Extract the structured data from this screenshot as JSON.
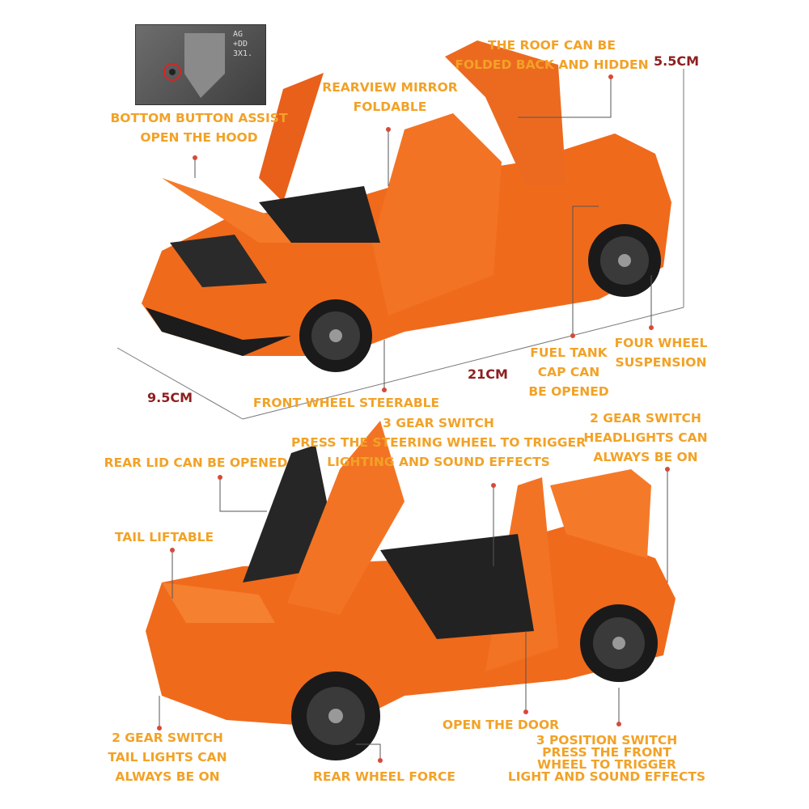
{
  "colors": {
    "label": "#f2a227",
    "dimension": "#8e1f1f",
    "car": "#f06a1c",
    "leader": "#555555"
  },
  "inset": {
    "text": [
      "AG",
      "+DD",
      "3X1."
    ]
  },
  "dimensions": {
    "height": "5.5CM",
    "length": "21CM",
    "width": "9.5CM"
  },
  "top_labels": {
    "roof": [
      "THE ROOF CAN BE",
      "FOLDED BACK AND HIDDEN"
    ],
    "mirror": [
      "REARVIEW MIRROR",
      "FOLDABLE"
    ],
    "hood": [
      "BOTTOM BUTTON ASSIST",
      "OPEN THE HOOD"
    ],
    "fuel": [
      "FUEL TANK",
      "CAP CAN",
      "BE OPENED"
    ],
    "suspension": [
      "FOUR WHEEL",
      "SUSPENSION"
    ],
    "steer": [
      "FRONT WHEEL STEERABLE"
    ]
  },
  "bottom_labels": {
    "gear3": [
      "3 GEAR SWITCH",
      "PRESS THE STEERING WHEEL TO TRIGGER",
      "LIGHTING AND SOUND EFFECTS"
    ],
    "headlights": [
      "2 GEAR SWITCH",
      "HEADLIGHTS CAN",
      "ALWAYS BE ON"
    ],
    "rear_lid": [
      "REAR LID CAN BE OPENED"
    ],
    "tail": [
      "TAIL LIFTABLE"
    ],
    "door": [
      "OPEN THE DOOR"
    ],
    "taillights": [
      "2 GEAR SWITCH",
      "TAIL LIGHTS CAN",
      "ALWAYS BE ON"
    ],
    "rear_wheel": [
      "REAR WHEEL FORCE"
    ],
    "pos3": [
      "3 POSITION SWITCH",
      "PRESS THE FRONT",
      "WHEEL TO TRIGGER",
      "LIGHT AND SOUND EFFECTS"
    ]
  }
}
